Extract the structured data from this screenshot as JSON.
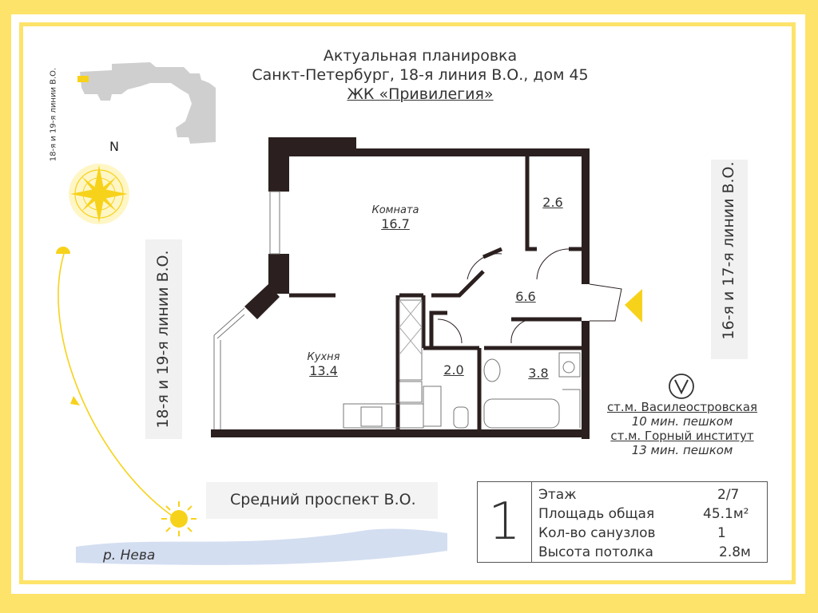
{
  "title": {
    "line1": "Актуальная планировка",
    "line2": "Санкт-Петербург, 18-я линия В.О., дом 45",
    "complex": "ЖК «Привилегия»"
  },
  "compass": {
    "north": "N"
  },
  "streets": {
    "left_top": "18-я и 19-я линии В.О.",
    "left_main": "18-я и 19-я линии В.О.",
    "right": "16-я и 17-я линии В.О.",
    "bottom": "Средний проспект В.О.",
    "river": "р. Нева"
  },
  "rooms": [
    {
      "name": "Комната",
      "area": "16.7"
    },
    {
      "name": "Кухня",
      "area": "13.4"
    },
    {
      "name": "",
      "area": "2.6"
    },
    {
      "name": "",
      "area": "6.6"
    },
    {
      "name": "",
      "area": "2.0"
    },
    {
      "name": "",
      "area": "3.8"
    }
  ],
  "metro": {
    "icon": "metro-icon",
    "station1": "ст.м. Василеостровская",
    "walk1": "10 мин. пешком",
    "station2": "ст.м. Горный институт",
    "walk2": "13 мин. пешком"
  },
  "info": {
    "number": "1",
    "rows": [
      {
        "label": "Этаж",
        "value": "2/7"
      },
      {
        "label": "Площадь общая",
        "value": "45.1м²"
      },
      {
        "label": "Кол-во санузлов",
        "value": "1"
      },
      {
        "label": "Высота потолка",
        "value": "2.8м"
      }
    ]
  },
  "colors": {
    "frame": "#fde36a",
    "wall": "#2b1f1f",
    "sun": "#f7d21b",
    "river": "#c9d6ee"
  }
}
